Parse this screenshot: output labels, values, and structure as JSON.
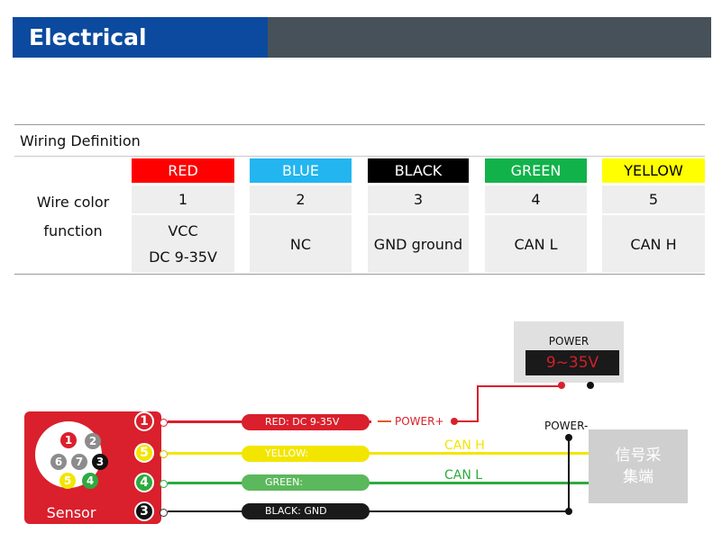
{
  "header": {
    "title": "Electrical Interface"
  },
  "table": {
    "title": "Wiring Definition",
    "row_label_line1": "Wire color",
    "row_label_line2": "function",
    "columns": [
      {
        "color_name": "RED",
        "bg": "#ff0000",
        "fg": "#ffffff",
        "number": "1",
        "function_line1": "VCC",
        "function_line2": "DC 9-35V"
      },
      {
        "color_name": "BLUE",
        "bg": "#22b5f0",
        "fg": "#ffffff",
        "number": "2",
        "function_line1": "NC",
        "function_line2": ""
      },
      {
        "color_name": "BLACK",
        "bg": "#000000",
        "fg": "#ffffff",
        "number": "3",
        "function_line1": "GND ground",
        "function_line2": ""
      },
      {
        "color_name": "GREEN",
        "bg": "#12b24b",
        "fg": "#ffffff",
        "number": "4",
        "function_line1": "CAN L",
        "function_line2": ""
      },
      {
        "color_name": "YELLOW",
        "bg": "#ffff00",
        "fg": "#000000",
        "number": "5",
        "function_line1": "CAN H",
        "function_line2": ""
      }
    ]
  },
  "diagram": {
    "sensor_label": "Sensor",
    "pins": [
      {
        "n": "1",
        "color": "#d9202c"
      },
      {
        "n": "2",
        "color": "#8c8c8c"
      },
      {
        "n": "6",
        "color": "#8c8c8c"
      },
      {
        "n": "7",
        "color": "#8c8c8c"
      },
      {
        "n": "3",
        "color": "#111111"
      },
      {
        "n": "5",
        "color": "#f2e600"
      },
      {
        "n": "4",
        "color": "#2eaa3f"
      }
    ],
    "wires": [
      {
        "badge": "1",
        "color": "#d9202c",
        "pill_label": "RED:  DC 9-35V",
        "pill_fg": "#ffffff"
      },
      {
        "badge": "5",
        "color": "#f2e600",
        "pill_label": "YELLOW:",
        "pill_fg": "#ffffff"
      },
      {
        "badge": "4",
        "color": "#5cb85c",
        "pill_label": "GREEN:",
        "pill_fg": "#ffffff"
      },
      {
        "badge": "3",
        "color": "#1a1a1a",
        "pill_label": "BLACK:  GND",
        "pill_fg": "#ffffff"
      }
    ],
    "power_plus": "POWER+",
    "power_minus": "POWER-",
    "can_h": "CAN H",
    "can_l": "CAN L",
    "power_box_title": "POWER",
    "power_box_value": "9~35V",
    "receiver_line1": "信号采",
    "receiver_line2": "集端"
  }
}
